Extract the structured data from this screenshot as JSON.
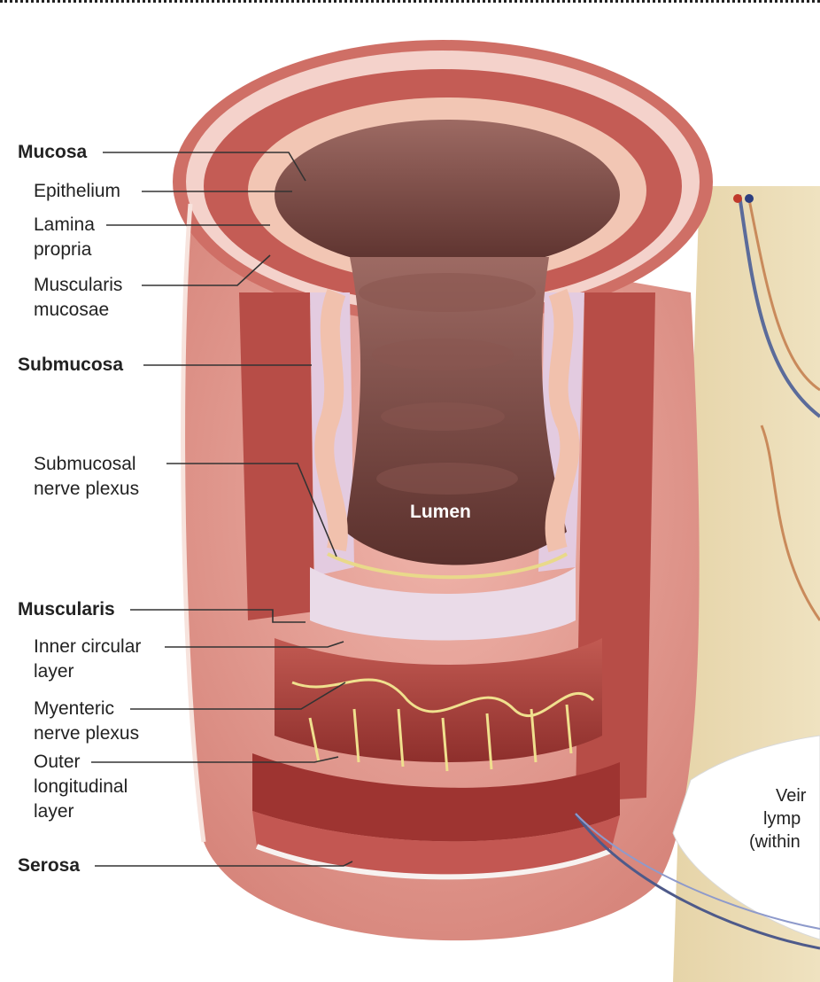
{
  "labels": {
    "mucosa": "Mucosa",
    "epithelium": "Epithelium",
    "lamina_line1": "Lamina",
    "lamina_line2": "propria",
    "muscularis_mucosae_line1": "Muscularis",
    "muscularis_mucosae_line2": "mucosae",
    "submucosa": "Submucosa",
    "submucosal_plexus_line1": "Submucosal",
    "submucosal_plexus_line2": "nerve plexus",
    "muscularis": "Muscularis",
    "inner_circular_line1": "Inner circular",
    "inner_circular_line2": "layer",
    "myenteric_line1": "Myenteric",
    "myenteric_line2": "nerve plexus",
    "outer_long_line1": "Outer",
    "outer_long_line2": "longitudinal",
    "outer_long_line3": "layer",
    "serosa": "Serosa",
    "lumen": "Lumen"
  },
  "callout": {
    "line1": "Veir",
    "line2": "lymp",
    "line3": "(within"
  },
  "colors": {
    "tissue_dark": "#a8403c",
    "tissue_mid": "#c9675f",
    "tissue_light": "#e9a79c",
    "mucosa_pale": "#f3c9b8",
    "lumen": "#6b3a35",
    "submucosa": "#e6cfe0",
    "nerve": "#e9d98a",
    "serosa": "#f5d8d2",
    "callout_stroke": "#4e5a8a"
  }
}
